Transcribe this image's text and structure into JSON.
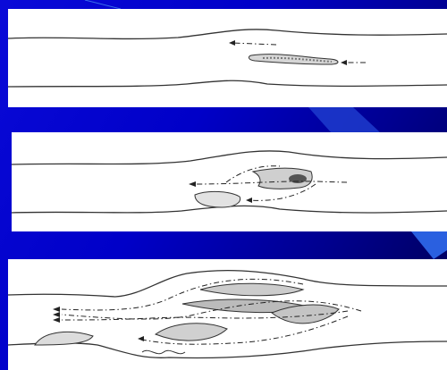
{
  "slide": {
    "background_color": "#0000c8",
    "accent_color": "#3a6ee8"
  },
  "figure": {
    "panels": [
      {
        "id": "panel-1",
        "stage": 1,
        "description_icon": "channel-initial-bar"
      },
      {
        "id": "panel-2",
        "stage": 2,
        "description_icon": "channel-split-bars"
      },
      {
        "id": "panel-3",
        "stage": 3,
        "description_icon": "channel-braided-bars"
      }
    ],
    "line_color": "#333333",
    "sediment_color": "#888888"
  }
}
